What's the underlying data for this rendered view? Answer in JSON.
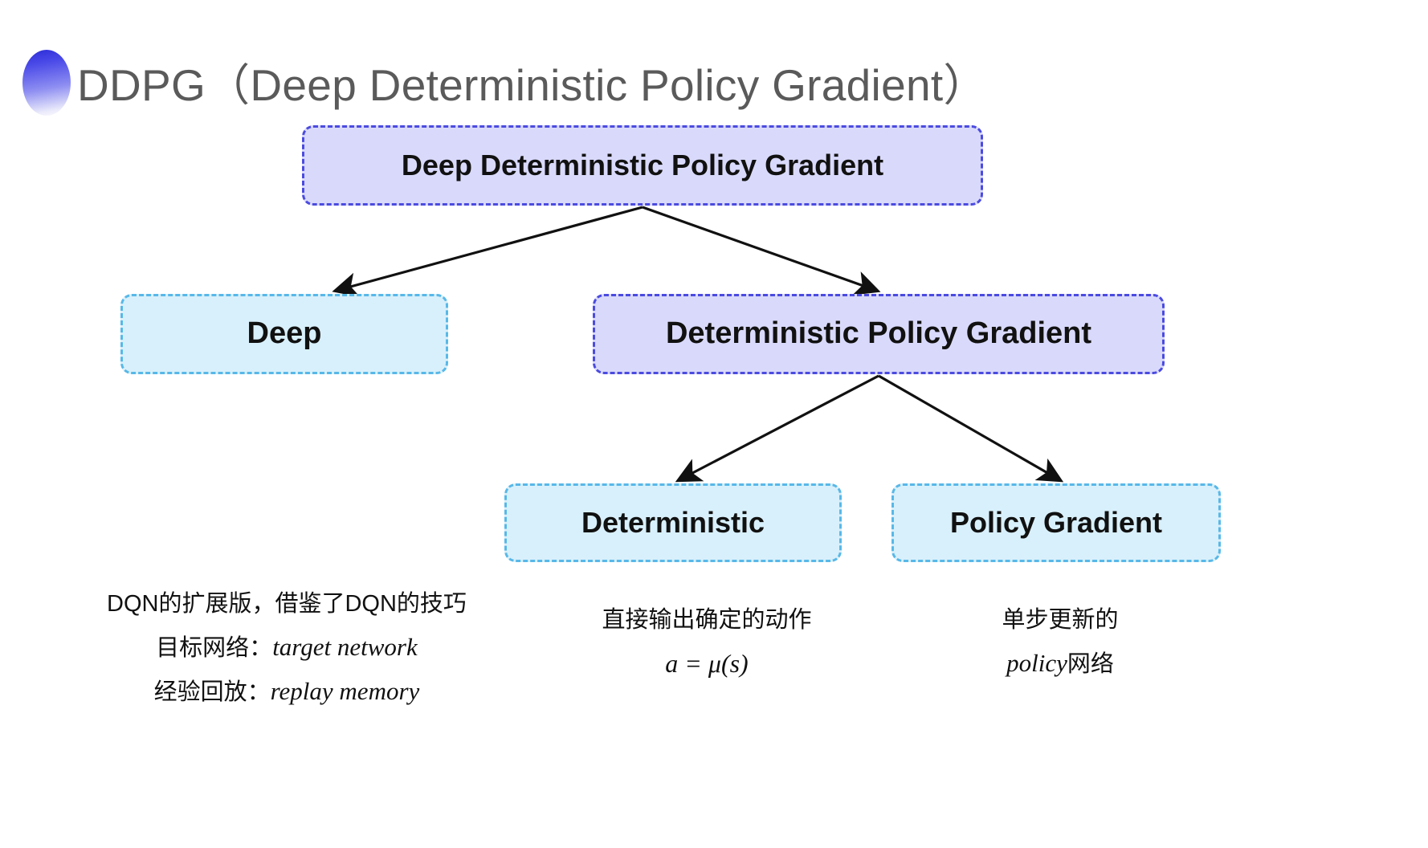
{
  "slide": {
    "title": "DDPG（Deep Deterministic Policy Gradient）",
    "bullet_icon": "gradient-circle-bullet",
    "background_color": "#ffffff",
    "title_color": "#5a5a5a"
  },
  "colors": {
    "purple_fill": "#d9d9fb",
    "purple_border": "#4b4be0",
    "cyan_fill": "#d8f0fb",
    "cyan_border": "#58b8e8",
    "arrow": "#000000"
  },
  "diagram": {
    "nodes": [
      {
        "id": "root",
        "label": "Deep Deterministic Policy Gradient",
        "style": "purple",
        "level": 0
      },
      {
        "id": "deep",
        "label": "Deep",
        "style": "cyan",
        "level": 1
      },
      {
        "id": "dpg",
        "label": "Deterministic Policy Gradient",
        "style": "purple",
        "level": 1
      },
      {
        "id": "det",
        "label": "Deterministic",
        "style": "cyan",
        "level": 2
      },
      {
        "id": "pg",
        "label": "Policy Gradient",
        "style": "cyan",
        "level": 2
      }
    ],
    "edges": [
      {
        "from": "root",
        "to": "deep"
      },
      {
        "from": "root",
        "to": "dpg"
      },
      {
        "from": "dpg",
        "to": "det"
      },
      {
        "from": "dpg",
        "to": "pg"
      }
    ]
  },
  "annotations": {
    "deep": {
      "line1": "DQN的扩展版，借鉴了DQN的技巧",
      "line2_label": "目标网络：",
      "line2_term": "target network",
      "line3_label": "经验回放：",
      "line3_term": "replay memory"
    },
    "deterministic": {
      "line1": "直接输出确定的动作",
      "line2": "a = μ(s)"
    },
    "policy_gradient": {
      "line1": "单步更新的",
      "line2_term": "policy",
      "line2_suffix": "网络"
    }
  }
}
